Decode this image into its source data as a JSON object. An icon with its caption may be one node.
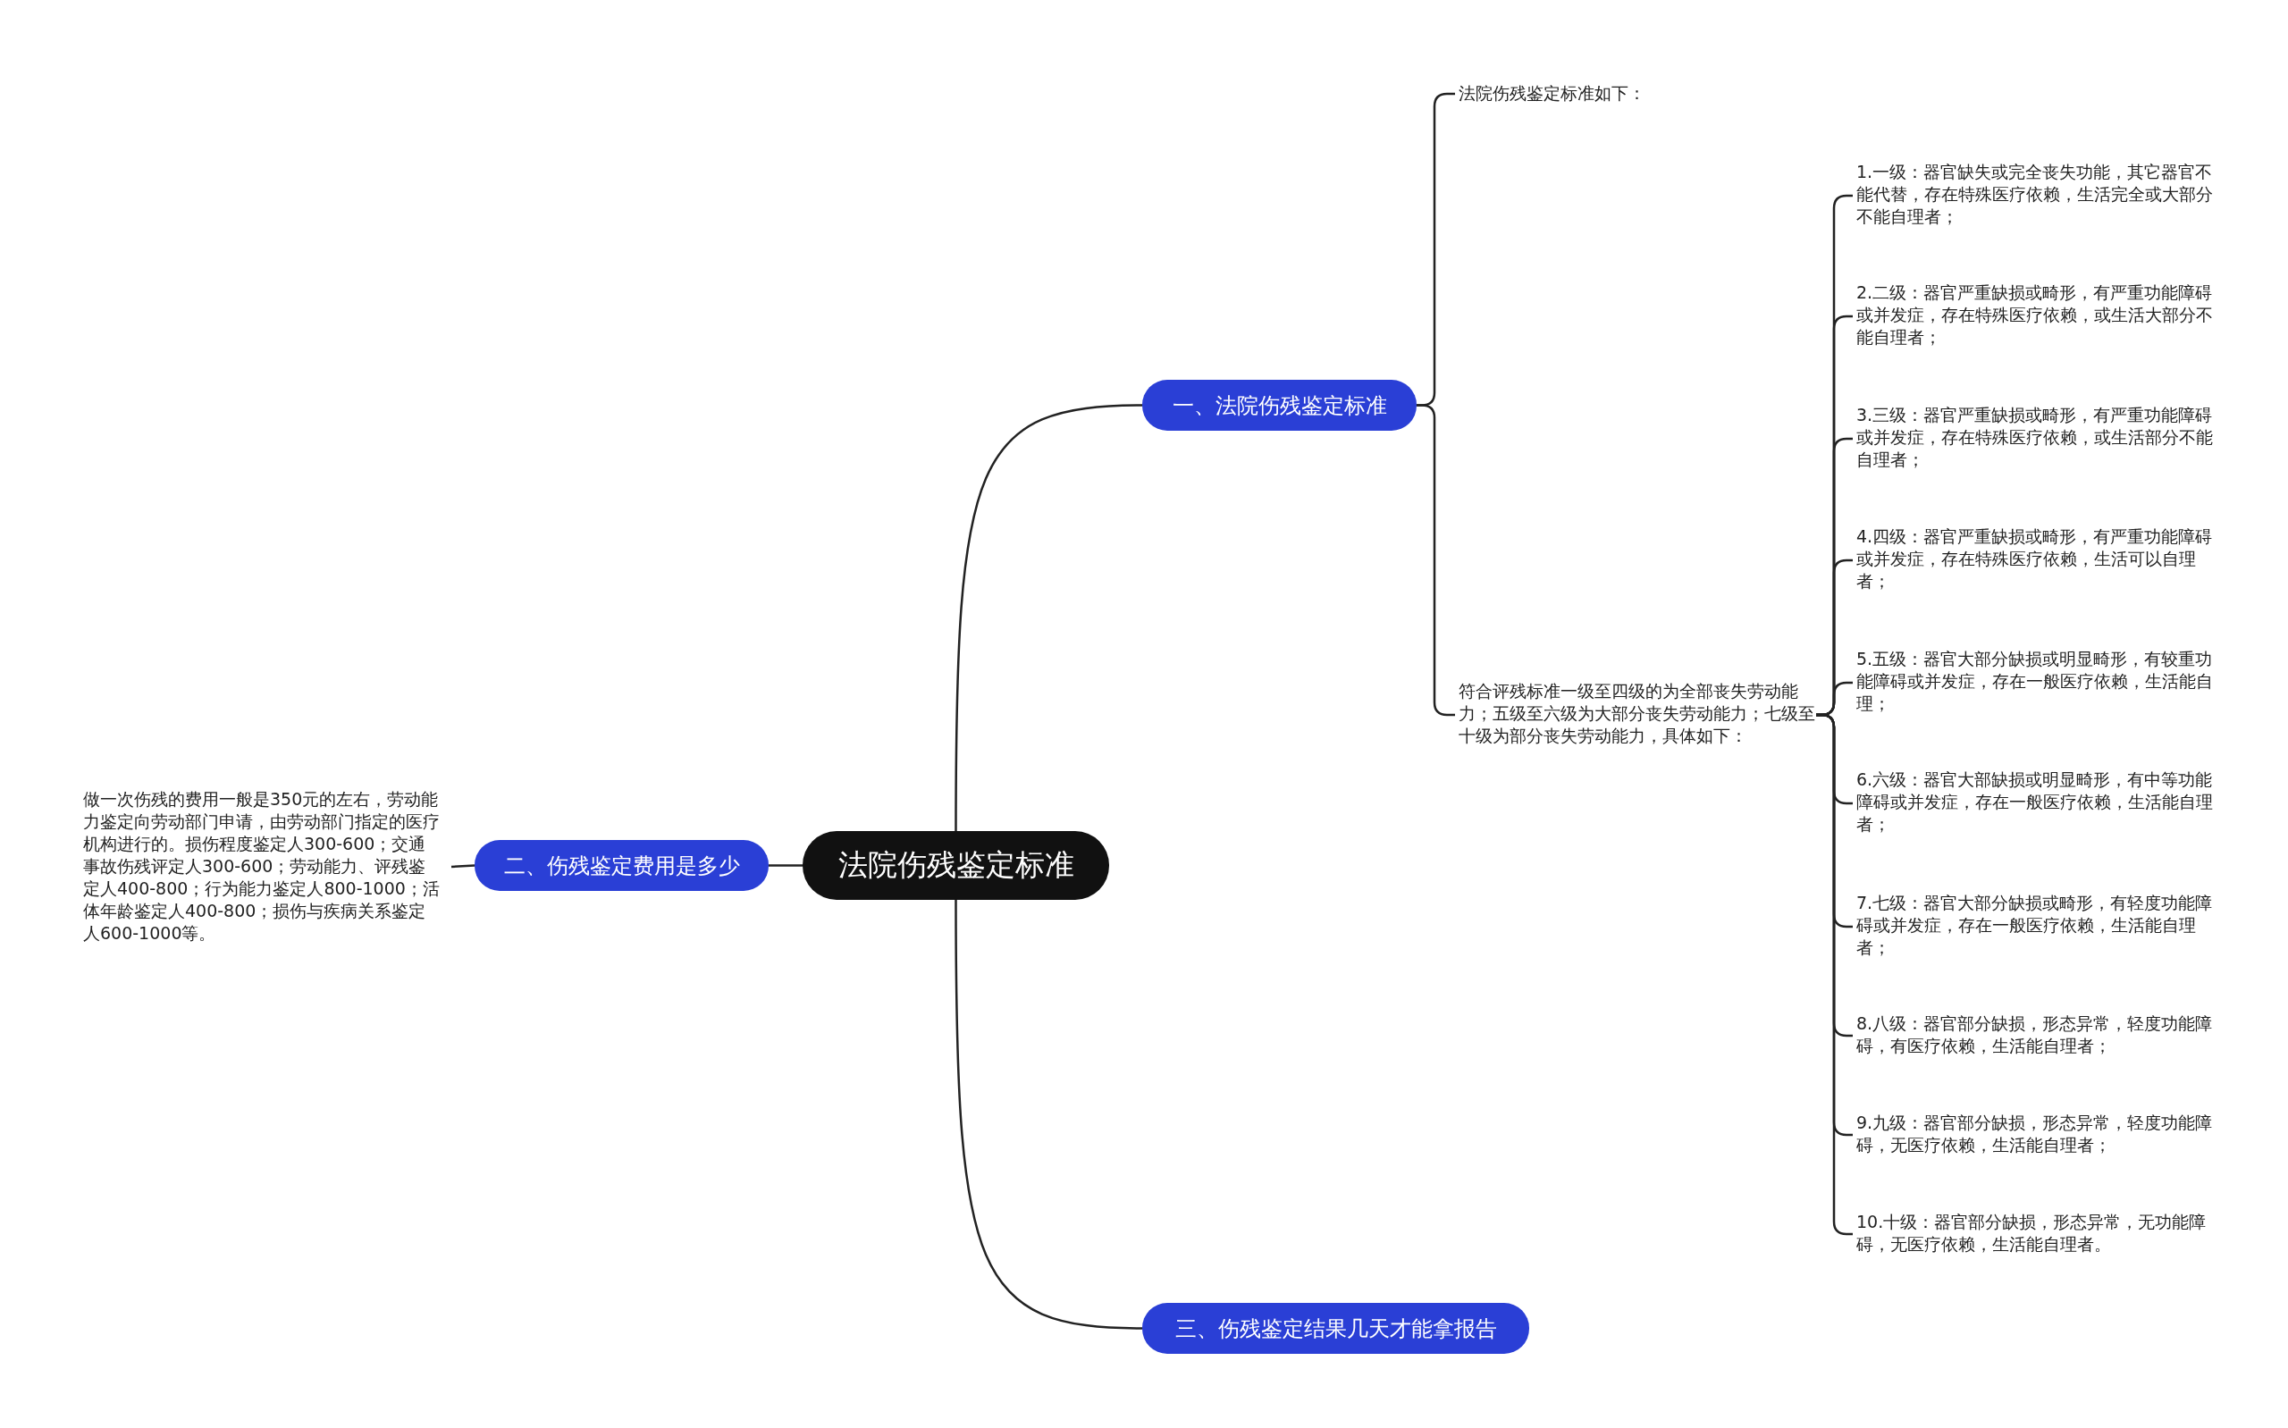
{
  "diagram": {
    "nodes": [
      {
        "text": [
          "法院伤残鉴定标准"
        ]
      },
      {
        "text": [
          "一、法院伤残鉴定标准"
        ]
      },
      {
        "text": [
          "二、伤残鉴定费用是多少"
        ]
      },
      {
        "text": [
          "三、伤残鉴定结果几天才能拿报告"
        ]
      },
      {
        "text": [
          "做一次伤残的费用一般是350元的左右，劳动能力鉴定向劳动部门申请，由劳动部门指定的医疗机构进行的。损伤程度鉴定人300-600；交通事故伤残评定人300-600；劳动能力、评残鉴定人400-800；行为能力鉴定人800-1000；活体年龄鉴定人400-800；损伤与疾病关系鉴定人600-1000等。"
        ]
      },
      {
        "text": [
          "法院伤残鉴定标准如下："
        ]
      },
      {
        "text": [
          "符合评残标准一级至四级的为全部丧失劳动能力；五级至六级为大部分丧失劳动能力；七级至十级为部分丧失劳动能力，具体如下："
        ]
      },
      {
        "text": [
          "1.一级：器官缺失或完全丧失功能，其它器官不能代替，存在特殊医疗依赖，生活完全或大部分不能自理者；"
        ]
      },
      {
        "text": [
          "2.二级：器官严重缺损或畸形，有严重功能障碍或并发症，存在特殊医疗依赖，或生活大部分不能自理者；"
        ]
      },
      {
        "text": [
          "3.三级：器官严重缺损或畸形，有严重功能障碍或并发症，存在特殊医疗依赖，或生活部分不能自理者；"
        ]
      },
      {
        "text": [
          "4.四级：器官严重缺损或畸形，有严重功能障碍或并发症，存在特殊医疗依赖，生活可以自理者；"
        ]
      },
      {
        "text": [
          "5.五级：器官大部分缺损或明显畸形，有较重功能障碍或并发症，存在一般医疗依赖，生活能自理；"
        ]
      },
      {
        "text": [
          "6.六级：器官大部缺损或明显畸形，有中等功能障碍或并发症，存在一般医疗依赖，生活能自理者；"
        ]
      },
      {
        "text": [
          "7.七级：器官大部分缺损或畸形，有轻度功能障碍或并发症，存在一般医疗依赖，生活能自理者；"
        ]
      },
      {
        "text": [
          "8.八级：器官部分缺损，形态异常，轻度功能障碍，有医疗依赖，生活能自理者；"
        ]
      },
      {
        "text": [
          "9.九级：器官部分缺损，形态异常，轻度功能障碍，无医疗依赖，生活能自理者；"
        ]
      },
      {
        "text": [
          "10.十级：器官部分缺损，形态异常，无功能障碍，无医疗依赖，生活能自理者。"
        ]
      }
    ],
    "edges": [
      {
        "from": 0,
        "to": 1,
        "arrow": "none"
      },
      {
        "from": 0,
        "to": 2,
        "arrow": "none"
      },
      {
        "from": 0,
        "to": 3,
        "arrow": "none"
      },
      {
        "from": 2,
        "to": 4,
        "arrow": "none"
      },
      {
        "from": 1,
        "to": 5,
        "arrow": "none"
      },
      {
        "from": 1,
        "to": 6,
        "arrow": "none"
      },
      {
        "from": 6,
        "to": 7,
        "arrow": "none"
      },
      {
        "from": 6,
        "to": 8,
        "arrow": "none"
      },
      {
        "from": 6,
        "to": 9,
        "arrow": "none"
      },
      {
        "from": 6,
        "to": 10,
        "arrow": "none"
      },
      {
        "from": 6,
        "to": 11,
        "arrow": "none"
      },
      {
        "from": 6,
        "to": 12,
        "arrow": "none"
      },
      {
        "from": 6,
        "to": 13,
        "arrow": "none"
      },
      {
        "from": 6,
        "to": 14,
        "arrow": "none"
      },
      {
        "from": 6,
        "to": 15,
        "arrow": "none"
      },
      {
        "from": 6,
        "to": 16,
        "arrow": "none"
      }
    ]
  }
}
